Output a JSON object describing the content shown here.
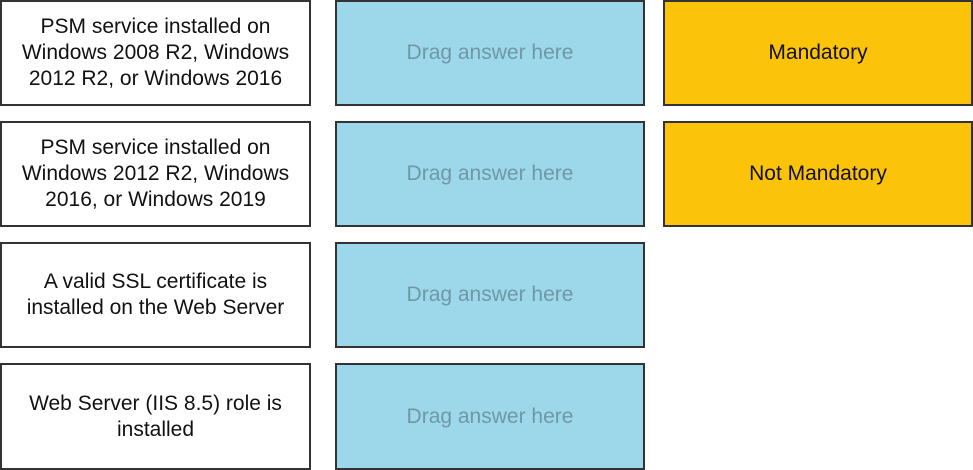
{
  "questions": [
    {
      "text": "PSM service installed on Windows 2008 R2, Windows 2012 R2, or Windows 2016"
    },
    {
      "text": "PSM service installed on Windows 2012 R2, Windows 2016, or Windows 2019"
    },
    {
      "text": "A valid SSL certificate is installed on the Web Server"
    },
    {
      "text": "Web Server (IIS 8.5) role is installed"
    }
  ],
  "drop_placeholder": "Drag answer here",
  "answers": [
    "Mandatory",
    "Not Mandatory"
  ],
  "colors": {
    "drop": "#9dd8ea",
    "answer": "#fcc30b"
  }
}
